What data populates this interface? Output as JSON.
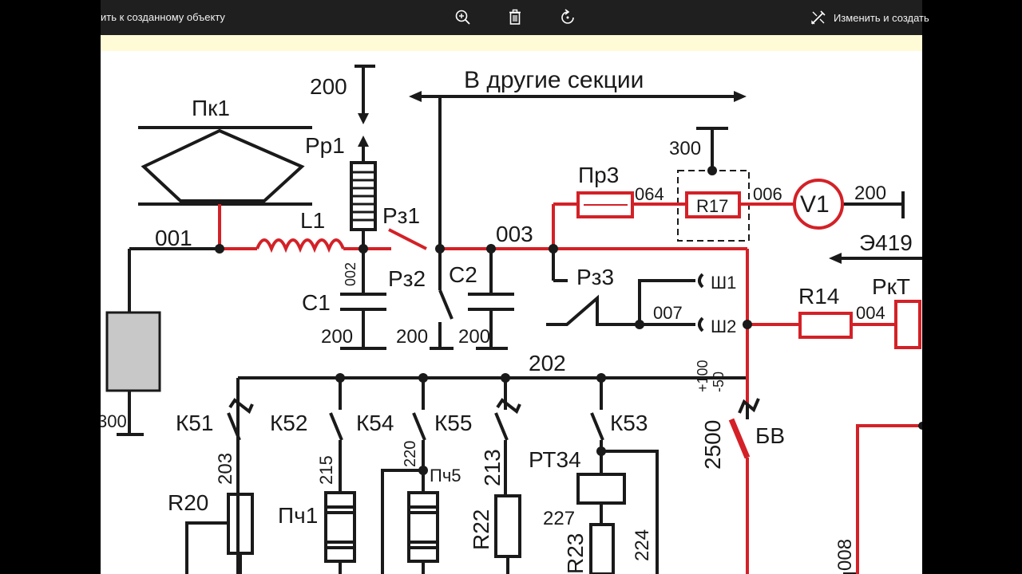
{
  "toolbar": {
    "back_label": "ить к созданному объекту",
    "zoom_icon": "zoom-in-icon",
    "delete_icon": "trash-icon",
    "rotate_icon": "rotate-icon",
    "edit_label": "Изменить и создать",
    "edit_icon": "edit-create-icon"
  },
  "colors": {
    "line_black": "#1a1a1a",
    "line_red": "#d32127",
    "toolbar_bg": "#1f1f1f",
    "image_band": "#fffbd6",
    "box_gray": "#c8c8c8"
  },
  "diagram": {
    "labels": {
      "other_sections": "В другие секции",
      "pk1": "Пк1",
      "n200_top": "200",
      "rr1": "Рр1",
      "n001": "001",
      "l1": "L1",
      "rz1": "Рз1",
      "n003": "003",
      "pr3": "Пр3",
      "n064": "064",
      "r17": "R17",
      "n006": "006",
      "v1": "V1",
      "n200_v1": "200",
      "n300": "300",
      "e419": "Э419",
      "n002": "002",
      "rz2": "Рз2",
      "c2": "С2",
      "rz3": "Рз3",
      "c1": "С1",
      "sh1": "Ш1",
      "n007": "007",
      "sh2": "Ш2",
      "r14": "R14",
      "n004": "004",
      "rkt": "РкТ",
      "n200_c1": "200",
      "n200_rz2": "200",
      "n200_c2": "200",
      "n202": "202",
      "n300_left": "300",
      "k51": "К51",
      "k52": "К52",
      "k54": "К54",
      "k55": "К55",
      "k53": "К53",
      "n2500": "2500",
      "tol_plus": "+100",
      "tol_minus": "-50",
      "bv": "БВ",
      "n203": "203",
      "n215": "215",
      "n220": "220",
      "pch5": "Пч5",
      "n213": "213",
      "rt34": "РТ34",
      "r20": "R20",
      "pch1": "Пч1",
      "r22": "R22",
      "n227": "227",
      "r23": "R23",
      "n224": "224",
      "n008": "008"
    }
  }
}
